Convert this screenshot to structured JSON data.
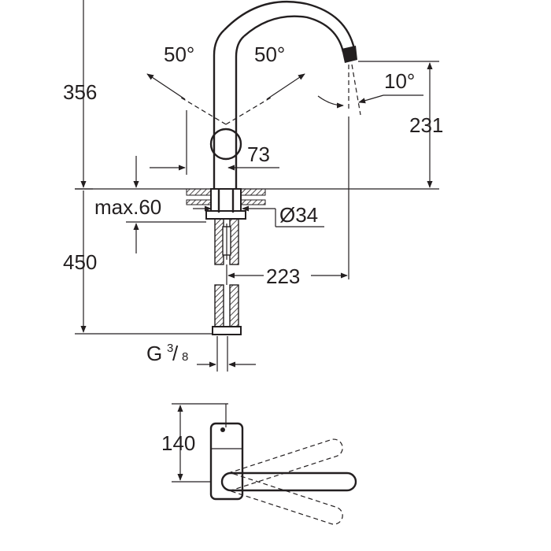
{
  "diagram": {
    "angle_left_label": "50°",
    "angle_right_label": "50°",
    "spout_angle_label": "10°",
    "dim_height_total": "356",
    "dim_spout_height": "231",
    "dim_lever_offset": "73",
    "dim_max_thickness": "max.60",
    "dim_hole_diameter": "Ø34",
    "dim_shank_length": "450",
    "dim_spout_reach": "223",
    "thread_label_main": "G",
    "thread_label_num": "3",
    "thread_label_den": "8",
    "dim_top_view_depth": "140"
  },
  "colors": {
    "line": "#231f20",
    "background": "#ffffff"
  }
}
